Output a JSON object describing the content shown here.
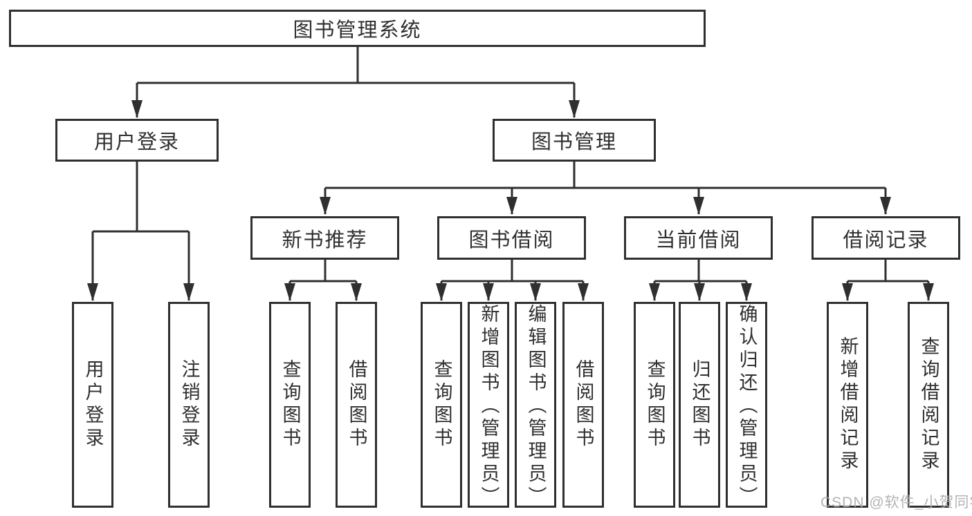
{
  "colors": {
    "line": "#2f2f2f",
    "box_border": "#2f2f2f",
    "text": "#2f2f2f",
    "background": "#ffffff",
    "watermark": "#adadad"
  },
  "tree": {
    "root": {
      "label": "图书管理系统"
    },
    "branches": [
      {
        "label": "用户登录",
        "children": [
          {
            "label": "用户登录"
          },
          {
            "label": "注销登录"
          }
        ]
      },
      {
        "label": "图书管理",
        "children": [
          {
            "label": "新书推荐",
            "children": [
              {
                "label": "查询图书"
              },
              {
                "label": "借阅图书"
              }
            ]
          },
          {
            "label": "图书借阅",
            "children": [
              {
                "label": "查询图书"
              },
              {
                "label": "新增图书（管理员）"
              },
              {
                "label": "编辑图书（管理员）"
              },
              {
                "label": "借阅图书"
              }
            ]
          },
          {
            "label": "当前借阅",
            "children": [
              {
                "label": "查询图书"
              },
              {
                "label": "归还图书"
              },
              {
                "label": "确认归还（管理员）"
              }
            ]
          },
          {
            "label": "借阅记录",
            "children": [
              {
                "label": "新增借阅记录"
              },
              {
                "label": "查询借阅记录"
              }
            ]
          }
        ]
      }
    ]
  },
  "watermark": {
    "text": "CSDN @软件_小贺同学"
  }
}
